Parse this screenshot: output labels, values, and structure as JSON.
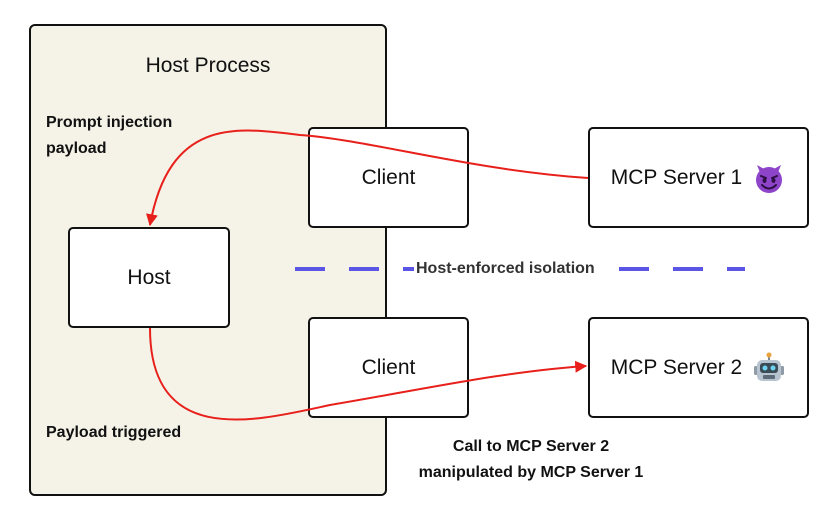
{
  "host_process": {
    "title": "Host Process"
  },
  "host": {
    "label": "Host"
  },
  "client_top": {
    "label": "Client"
  },
  "client_bottom": {
    "label": "Client"
  },
  "server1": {
    "label": "MCP Server 1",
    "icon": "devil-face-icon"
  },
  "server2": {
    "label": "MCP Server 2",
    "icon": "robot-face-icon"
  },
  "annotations": {
    "prompt_injection": [
      "Prompt injection",
      "payload"
    ],
    "payload_triggered": "Payload triggered",
    "isolation": "Host-enforced isolation",
    "call_to_server2": [
      "Call to MCP Server 2",
      "manipulated by MCP Server 1"
    ]
  },
  "colors": {
    "attack_arrow": "#e8201b",
    "isolation_line": "#5b55e6",
    "host_process_fill": "#f5f3e8"
  }
}
